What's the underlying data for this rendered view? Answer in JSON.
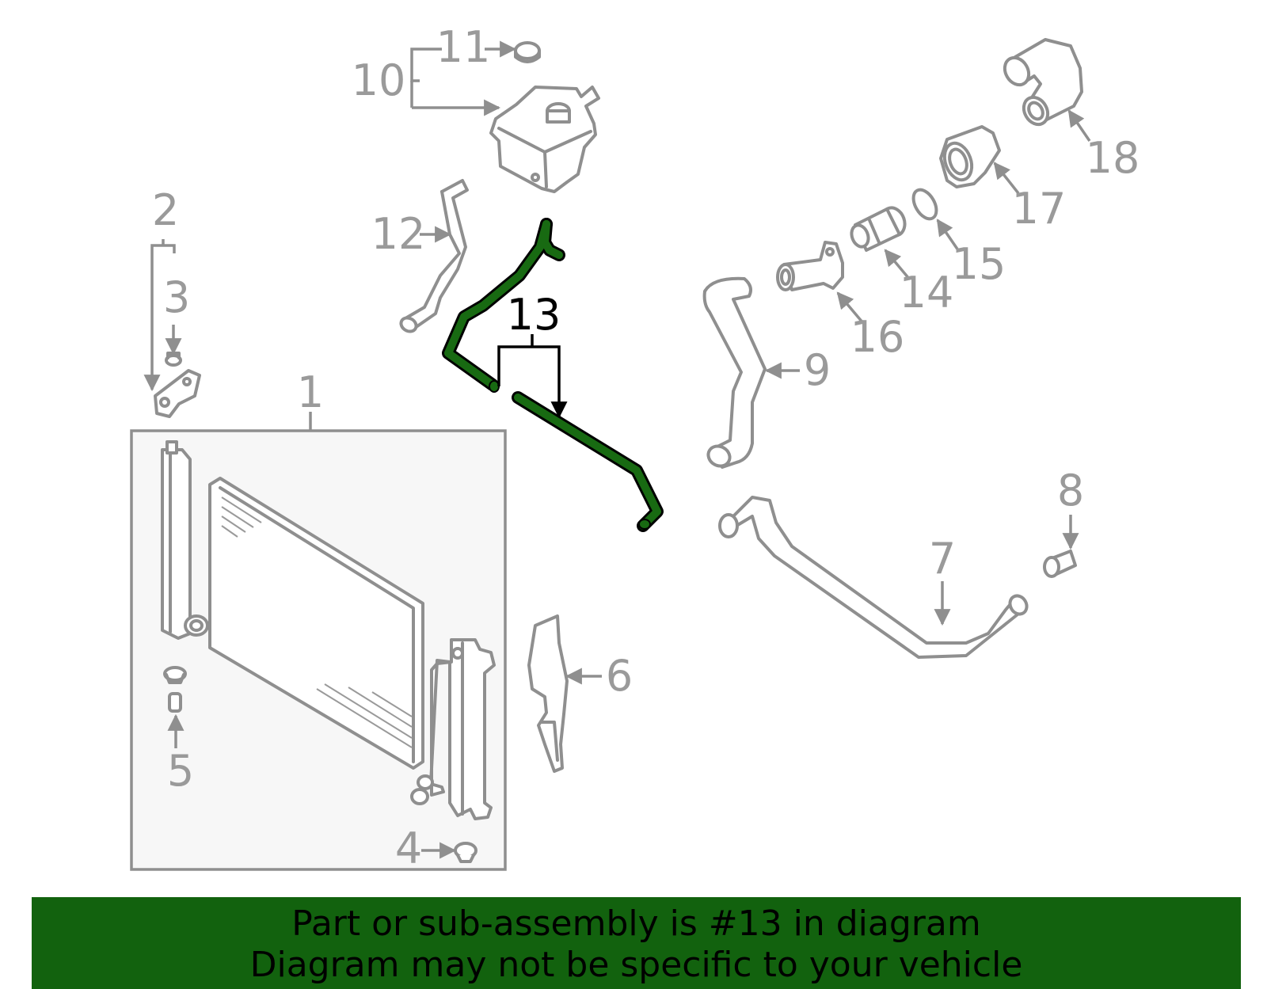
{
  "diagram": {
    "highlighted_part": "13",
    "highlight_color": "#186a12",
    "part_numbers": [
      "1",
      "2",
      "3",
      "4",
      "5",
      "6",
      "7",
      "8",
      "9",
      "10",
      "11",
      "12",
      "13",
      "14",
      "15",
      "16",
      "17",
      "18"
    ]
  },
  "banner": {
    "line1": "Part or sub-assembly is #13 in diagram",
    "line2": "Diagram may not be specific to your vehicle",
    "background": "#12620e"
  }
}
